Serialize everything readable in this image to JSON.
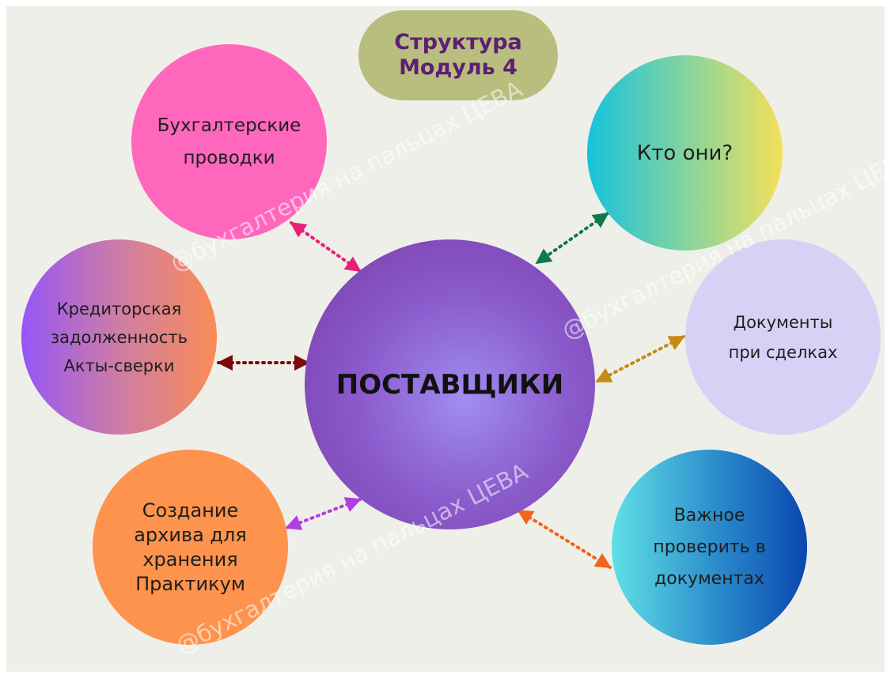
{
  "title": "Структура\nМодуль 4",
  "center": "ПОСТАВЩИКИ",
  "nodes": {
    "buh": "Бухгалтерские\nпроводки",
    "who": "Кто они?",
    "docs": "Документы\nпри сделках",
    "check": "Важное\nпроверить в\nдокументах",
    "archive": "Создание\nархива для\nхранения\nПрактикум",
    "credit": "Кредиторская\nзадолженность\nАкты-сверки"
  },
  "watermark": "@бухгалтерия на пальцах ЦЕВА",
  "colors": {
    "background": "#efefe9",
    "title_pill": "#b9bd7e",
    "title_text": "#5b1f73",
    "arrow_buh": "#e91e78",
    "arrow_who": "#0c7a4c",
    "arrow_docs": "#c38a14",
    "arrow_check": "#f0641c",
    "arrow_archive": "#b13ee0",
    "arrow_credit": "#7a0b0b"
  }
}
